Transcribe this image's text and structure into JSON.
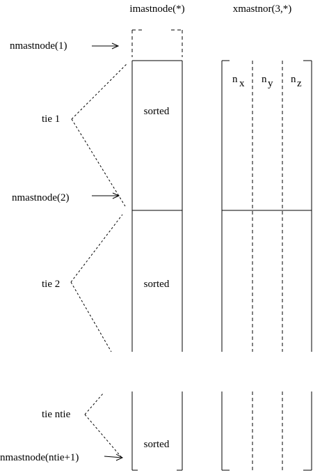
{
  "headers": {
    "left_array": "imastnode(*)",
    "right_array": "xmastnor(3,*)"
  },
  "pointers": {
    "first": "nmastnode(1)",
    "second": "nmastnode(2)",
    "last": "nmastnode(ntie+1)"
  },
  "ties": {
    "first": "tie 1",
    "second": "tie 2",
    "last": "tie ntie"
  },
  "sorted_label": "sorted",
  "components": {
    "n": "n",
    "x": "x",
    "y": "y",
    "z": "z"
  }
}
